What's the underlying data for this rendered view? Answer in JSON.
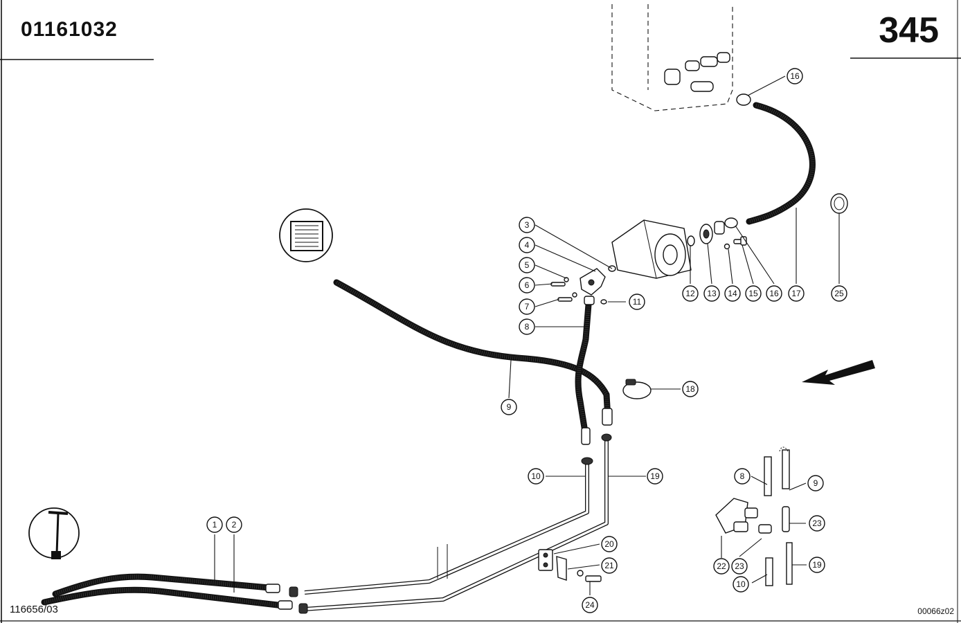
{
  "header": {
    "code": "01161032",
    "page_number": "345"
  },
  "footer": {
    "left_ref": "116656/03",
    "right_ref": "00066z02"
  },
  "callouts": {
    "c1": "1",
    "c2": "2",
    "c3": "3",
    "c4": "4",
    "c5": "5",
    "c6": "6",
    "c7": "7",
    "c8": "8",
    "c9": "9",
    "c10": "10",
    "c11": "11",
    "c12": "12",
    "c13": "13",
    "c14": "14",
    "c15": "15",
    "c16a": "16",
    "c16b": "16",
    "c17": "17",
    "c18": "18",
    "c19": "19",
    "c20": "20",
    "c21": "21",
    "c22": "22",
    "c23a": "23",
    "c23b": "23",
    "c24": "24",
    "c25": "25",
    "d8": "8",
    "d9": "9",
    "d10": "10",
    "d19": "19"
  },
  "icons": {
    "cooler": "radiator-icon",
    "dipstick": "dipstick-icon",
    "direction": "direction-arrow-icon"
  }
}
